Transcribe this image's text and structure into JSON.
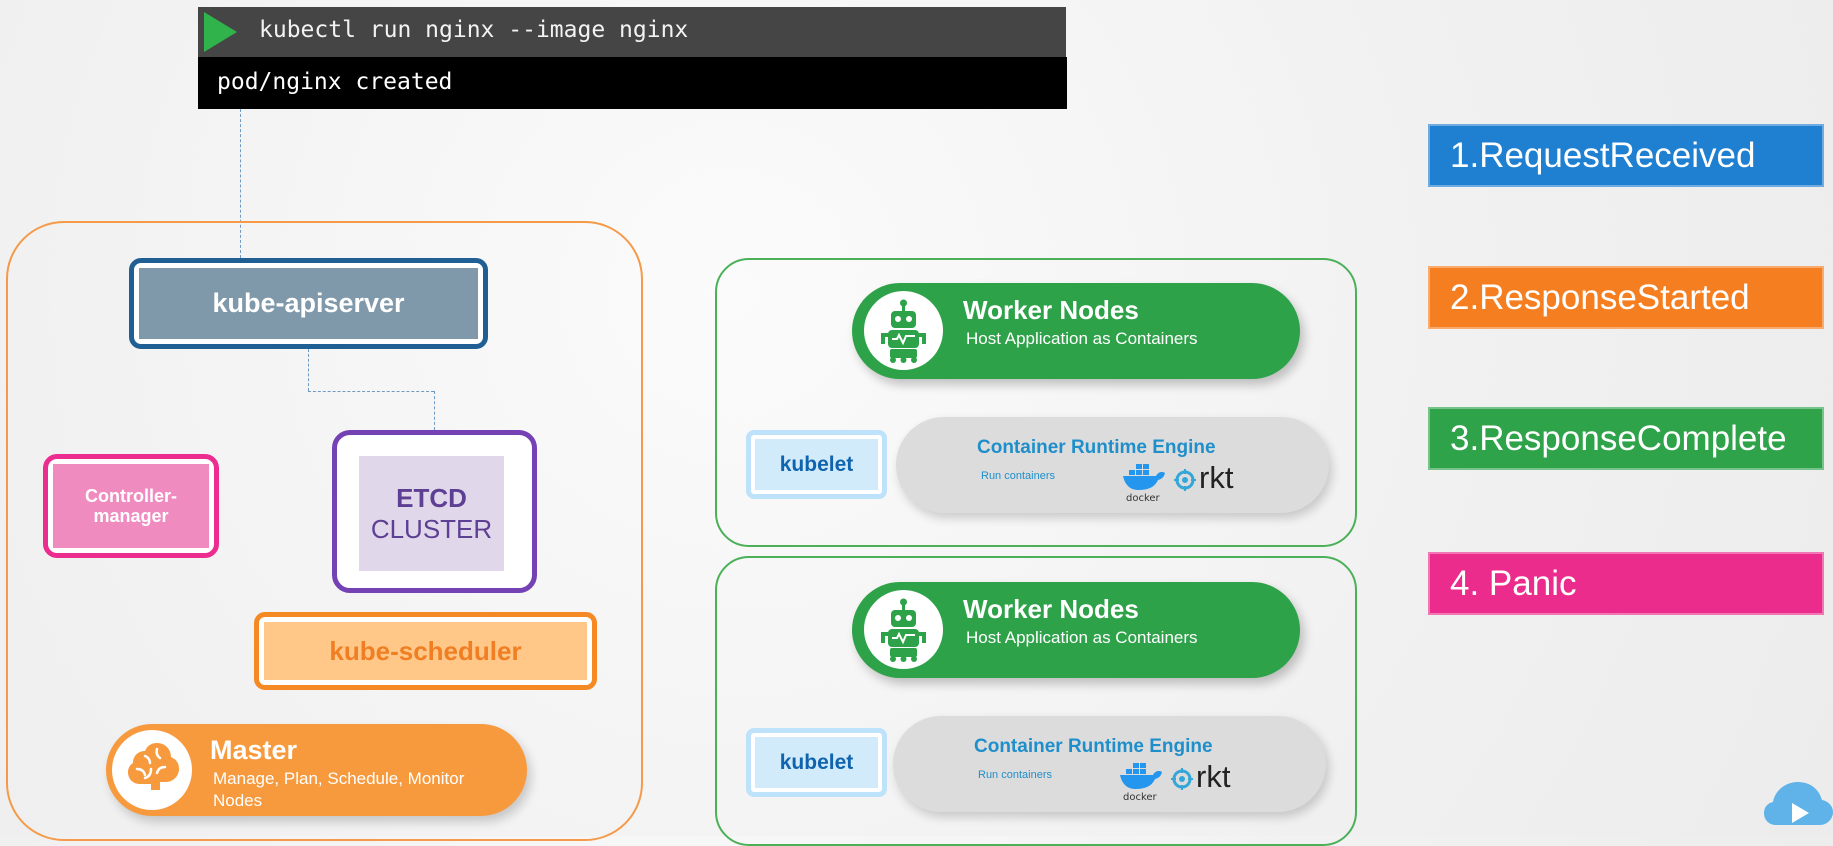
{
  "terminal": {
    "command": "kubectl run nginx --image nginx",
    "output": "pod/nginx created"
  },
  "master": {
    "apiserver": "kube-apiserver",
    "controller_manager_line1": "Controller-",
    "controller_manager_line2": "manager",
    "etcd_line1": "ETCD",
    "etcd_line2": "CLUSTER",
    "scheduler": "kube-scheduler",
    "title": "Master",
    "subtitle_line1": "Manage, Plan, Schedule, Monitor",
    "subtitle_line2": "Nodes"
  },
  "workers": [
    {
      "title": "Worker Nodes",
      "subtitle": "Host Application as Containers",
      "kubelet": "kubelet",
      "runtime_title": "Container Runtime Engine",
      "runtime_sub": "Run containers",
      "docker": "docker",
      "rkt": "rkt"
    },
    {
      "title": "Worker Nodes",
      "subtitle": "Host Application as Containers",
      "kubelet": "kubelet",
      "runtime_title": "Container Runtime Engine",
      "runtime_sub": "Run containers",
      "docker": "docker",
      "rkt": "rkt"
    }
  ],
  "events": [
    {
      "label": "1.RequestReceived",
      "color": "#1f7fd0"
    },
    {
      "label": "2.ResponseStarted",
      "color": "#f57f20"
    },
    {
      "label": "3.ResponseComplete",
      "color": "#2fa34a"
    },
    {
      "label": "4. Panic",
      "color": "#ec2c8c"
    }
  ],
  "colors": {
    "master_orange": "#f79a3e",
    "worker_green": "#2ea249",
    "apiserver_blue": "#1f5f93",
    "etcd_purple": "#7442b4",
    "controller_pink": "#ec2d8f",
    "kubelet_blue": "#0f64ad"
  },
  "icons": {
    "terminal_run": "play-icon",
    "master": "brain-icon",
    "worker": "robot-icon",
    "docker": "docker-icon",
    "rkt": "rkt-icon",
    "corner": "cloud-play-icon"
  }
}
